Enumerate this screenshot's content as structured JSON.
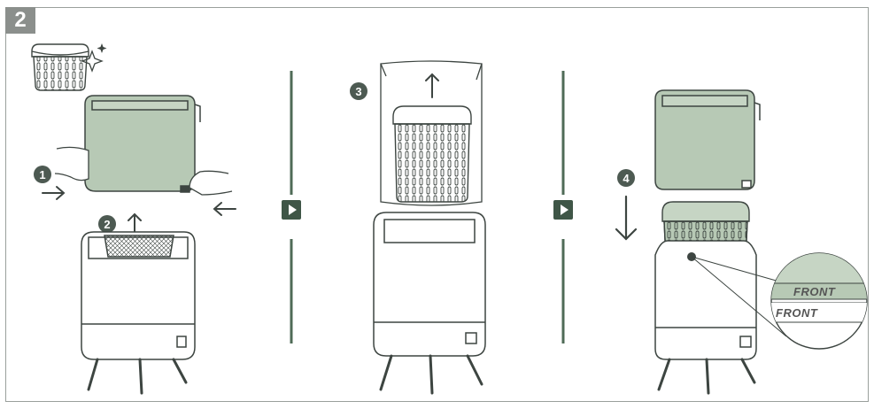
{
  "step_number": "2",
  "callouts": {
    "c1": "1",
    "c2": "2",
    "c3": "3",
    "c4": "4"
  },
  "labels": {
    "front_1": "FRONT",
    "front_2": "FRONT"
  },
  "colors": {
    "green": "#b7c9b5",
    "green_dark": "#5d7865",
    "line": "#3d4541",
    "divider": "#4f6b57",
    "tag": "#8b8f8c"
  },
  "icons": [
    "sparkle-icon",
    "arrow-up-icon",
    "arrow-right-icon",
    "arrow-down-icon",
    "play-icon"
  ]
}
